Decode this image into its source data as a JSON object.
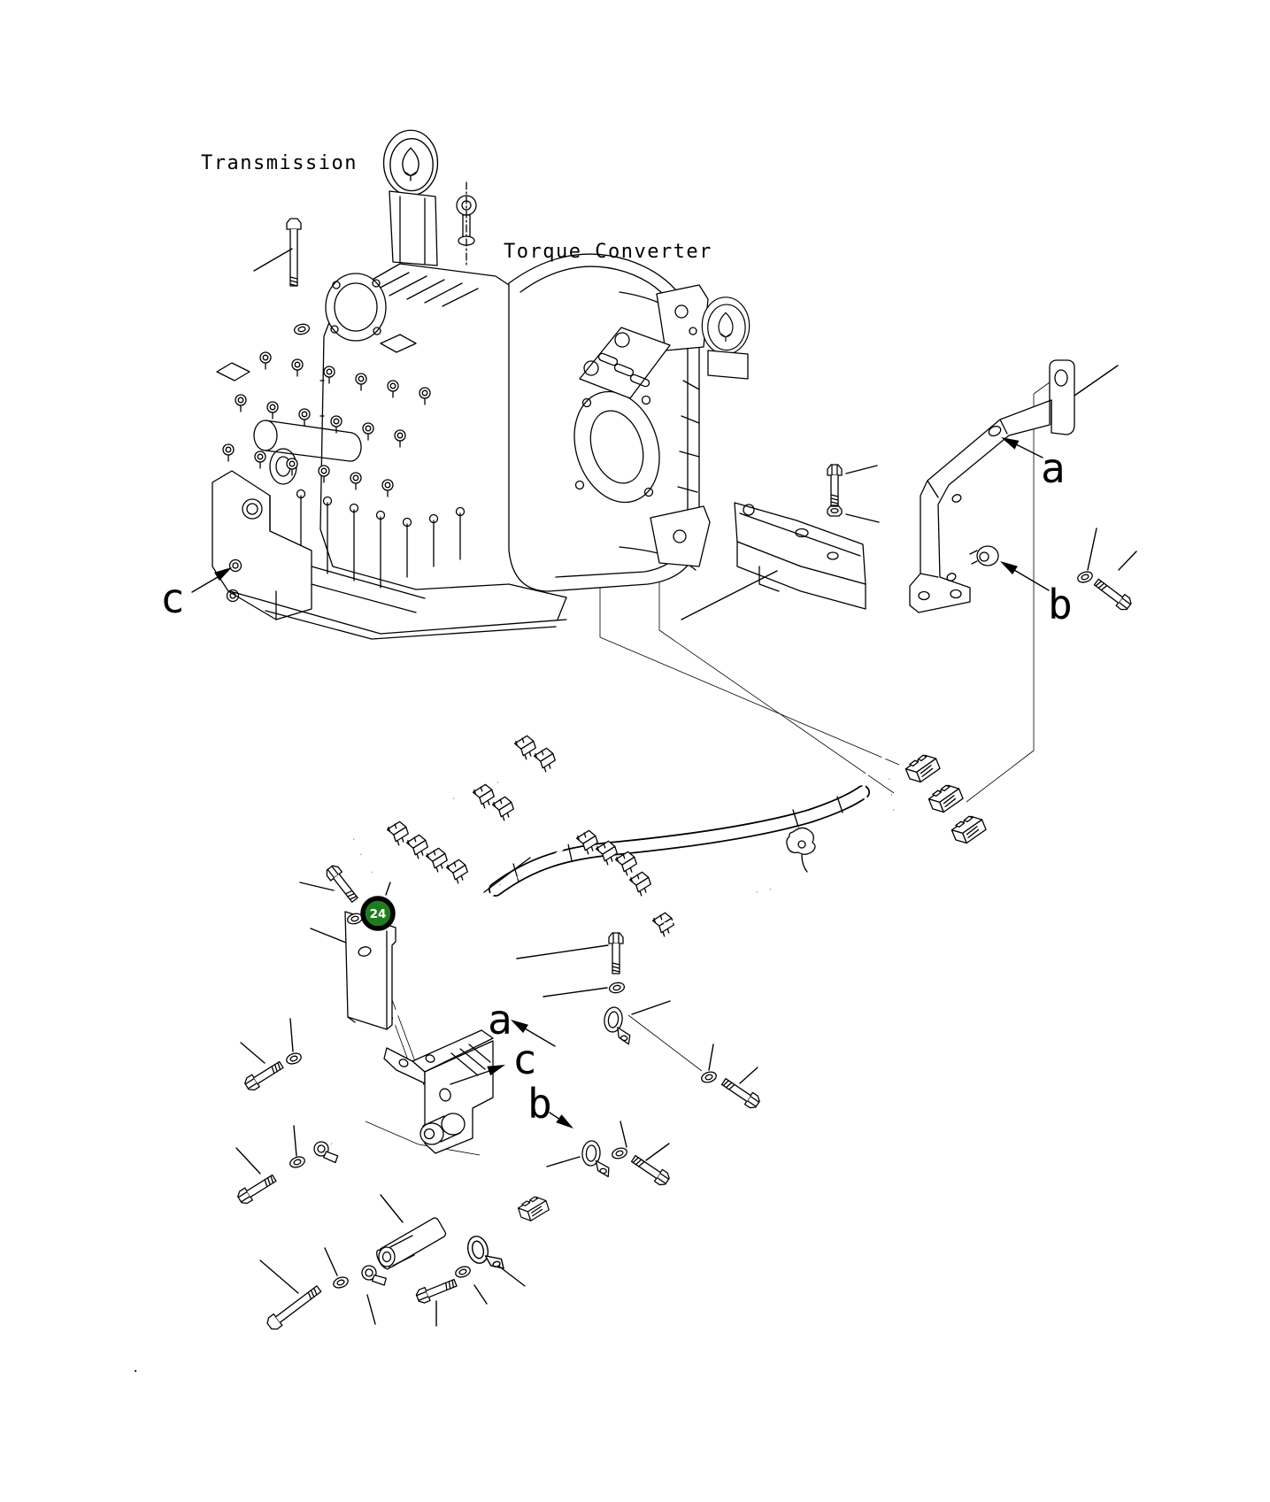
{
  "page": {
    "background": "#ffffff",
    "line_color": "#000000"
  },
  "labels": {
    "transmission": "Transmission",
    "torque_converter": "Torque Converter"
  },
  "callouts": {
    "upper_a": "a",
    "upper_b": "b",
    "upper_c": "c",
    "lower_a": "a",
    "lower_b": "b",
    "lower_c": "c"
  },
  "part_badge": {
    "number": "24",
    "fill_color": "#1f7d1f",
    "ring_color": "#000000",
    "text_color": "#ffffff"
  },
  "footnote_dot": "."
}
